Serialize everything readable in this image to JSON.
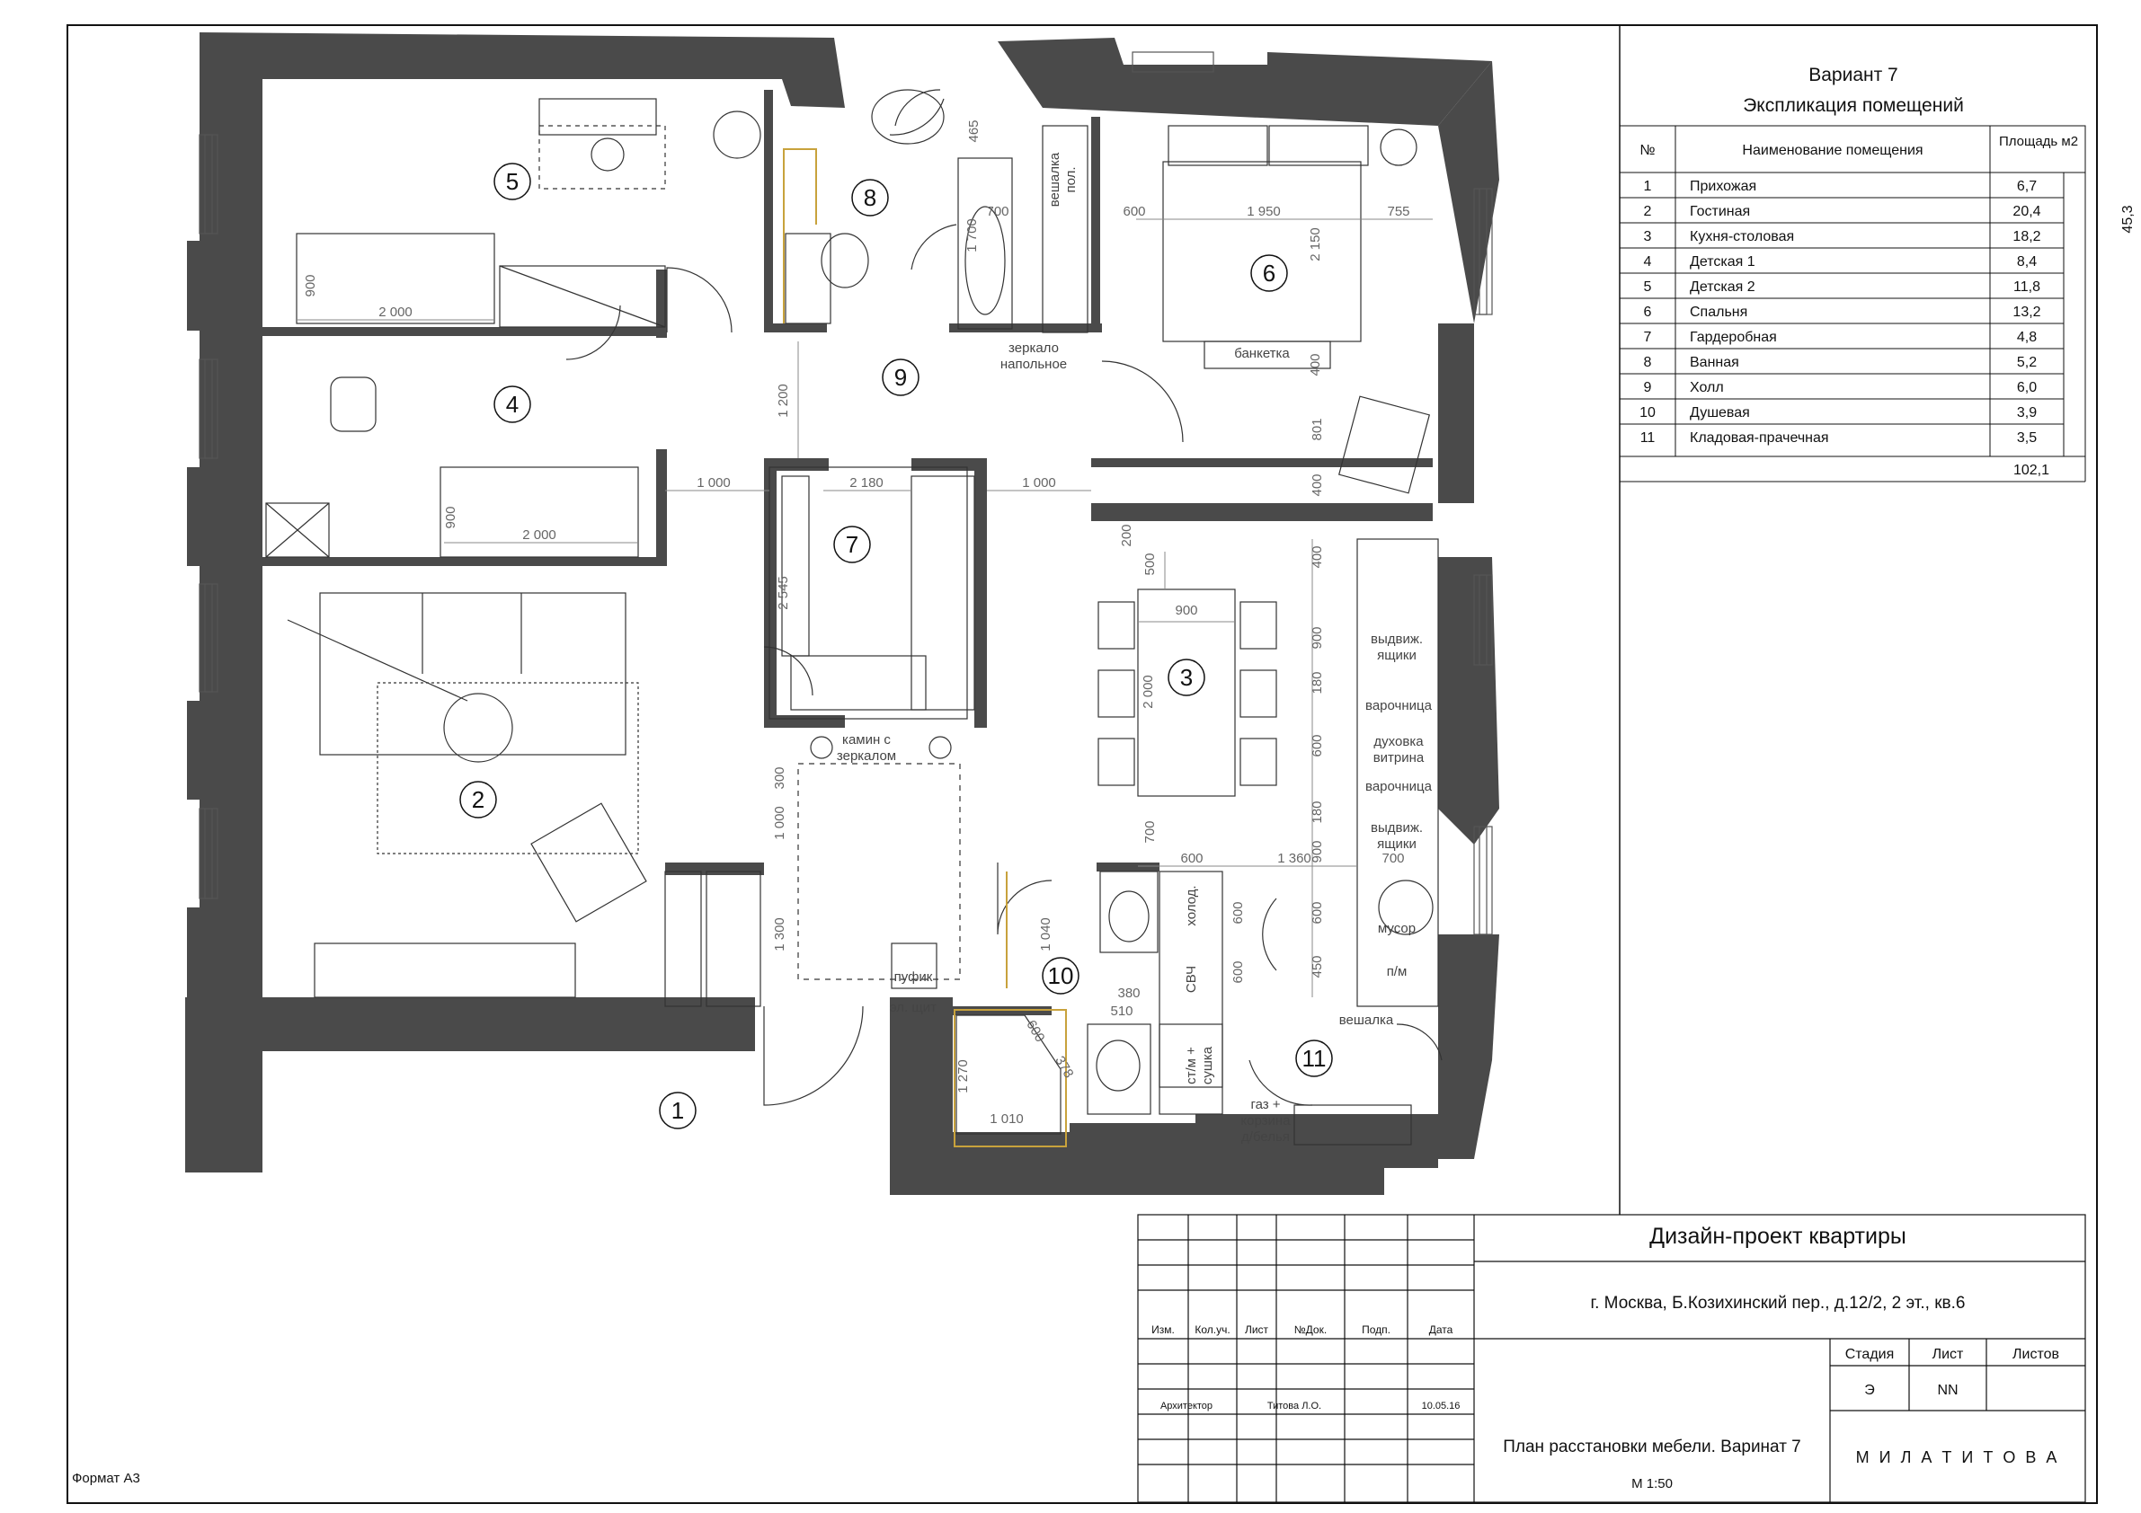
{
  "explication": {
    "variant": "Вариант 7",
    "title": "Экспликация помещений",
    "head_no": "№",
    "head_name": "Наименование помещения",
    "head_area": "Площадь м2",
    "rooms": [
      {
        "no": "1",
        "name": "Прихожая",
        "area": "6,7"
      },
      {
        "no": "2",
        "name": "Гостиная",
        "area": "20,4"
      },
      {
        "no": "3",
        "name": "Кухня-столовая",
        "area": "18,2"
      },
      {
        "no": "4",
        "name": "Детская 1",
        "area": "8,4"
      },
      {
        "no": "5",
        "name": "Детская 2",
        "area": "11,8"
      },
      {
        "no": "6",
        "name": "Спальня",
        "area": "13,2"
      },
      {
        "no": "7",
        "name": "Гардеробная",
        "area": "4,8"
      },
      {
        "no": "8",
        "name": "Ванная",
        "area": "5,2"
      },
      {
        "no": "9",
        "name": "Холл",
        "area": "6,0"
      },
      {
        "no": "10",
        "name": "Душевая",
        "area": "3,9"
      },
      {
        "no": "11",
        "name": "Кладовая-прачечная",
        "area": "3,5"
      }
    ],
    "subtotal": "45,3",
    "total": "102,1"
  },
  "plan": {
    "room_numbers": [
      "1",
      "2",
      "3",
      "4",
      "5",
      "6",
      "7",
      "8",
      "9",
      "10",
      "11"
    ],
    "dims": {
      "d_2000_a": "2 000",
      "d_900_a": "900",
      "d_2000_b": "2 000",
      "d_900_b": "900",
      "d_1000_l": "1 000",
      "d_2180": "2 180",
      "d_1000_r": "1 000",
      "d_1200": "1 200",
      "d_2545": "2 545",
      "d_1950": "1 950",
      "d_600_bed": "600",
      "d_755": "755",
      "d_2150": "2 150",
      "d_400_a": "400",
      "d_700_bath": "700",
      "d_1700": "1 700",
      "d_465": "465",
      "d_900_tab": "900",
      "d_2000_tab": "2 000",
      "d_500": "500",
      "d_200": "200",
      "d_700_k": "700",
      "d_600_k": "600",
      "d_1360": "1 360",
      "d_700_k2": "700",
      "d_1040": "1 040",
      "d_380": "380",
      "d_510": "510",
      "d_600_sh": "600",
      "d_1270": "1 270",
      "d_1010": "1 010",
      "d_378": "378",
      "d_300": "300",
      "d_1000_h": "1 000",
      "d_1300": "1 300",
      "v_400": "400",
      "v_900": "900",
      "v_180": "180",
      "v_600": "600",
      "v_180b": "180",
      "v_900b": "900",
      "v_600b": "600",
      "v_450": "450",
      "v_600c": "600",
      "v_600d": "600",
      "v_801": "801",
      "v_400b": "400"
    },
    "notes": {
      "mirror_floor_1": "зеркало",
      "mirror_floor_2": "напольное",
      "banketka": "банкетка",
      "fireplace_1": "камин с",
      "fireplace_2": "зеркалом",
      "pufik": "пуфик",
      "el_shield": "эл. щит",
      "vydv_1a": "выдвиж.",
      "vydv_1b": "ящики",
      "vydv_2a": "выдвиж.",
      "vydv_2b": "ящики",
      "varochnitsa_1": "варочница",
      "dukhovka": "духовка",
      "vitrina": "витрина",
      "varochnitsa_2": "варочница",
      "musor": "мусор",
      "pm": "п/м",
      "veshalka": "вешалка",
      "stm_1": "ст/м +",
      "stm_2": "сушка",
      "holod": "холод.",
      "svch": "СВЧ",
      "gaz_1": "газ +",
      "gaz_2": "корзина",
      "gaz_3": "д/белья",
      "vesh_shk_1": "вешалка",
      "vesh_shk_2": "пол."
    }
  },
  "title_block": {
    "project": "Дизайн-проект квартиры",
    "address": "г. Москва, Б.Козихинский пер., д.12/2, 2 эт., кв.6",
    "cols": [
      "Изм.",
      "Кол.уч.",
      "Лист",
      "№Док.",
      "Подп.",
      "Дата"
    ],
    "architect_role": "Архитектор",
    "architect_name": "Титова Л.О.",
    "date": "10.05.16",
    "stage_label": "Стадия",
    "sheet_label": "Лист",
    "sheets_label": "Листов",
    "stage": "Э",
    "sheet": "NN",
    "drawing_title": "План расстановки мебели. Варинат 7",
    "scale": "М 1:50",
    "author": "М И Л А   Т И Т О В А"
  },
  "format": "Формат А3",
  "colors": {
    "wall": "#4a4a4a",
    "line": "#222222",
    "dim": "#777777",
    "tile_outline": "#c8a23c"
  }
}
